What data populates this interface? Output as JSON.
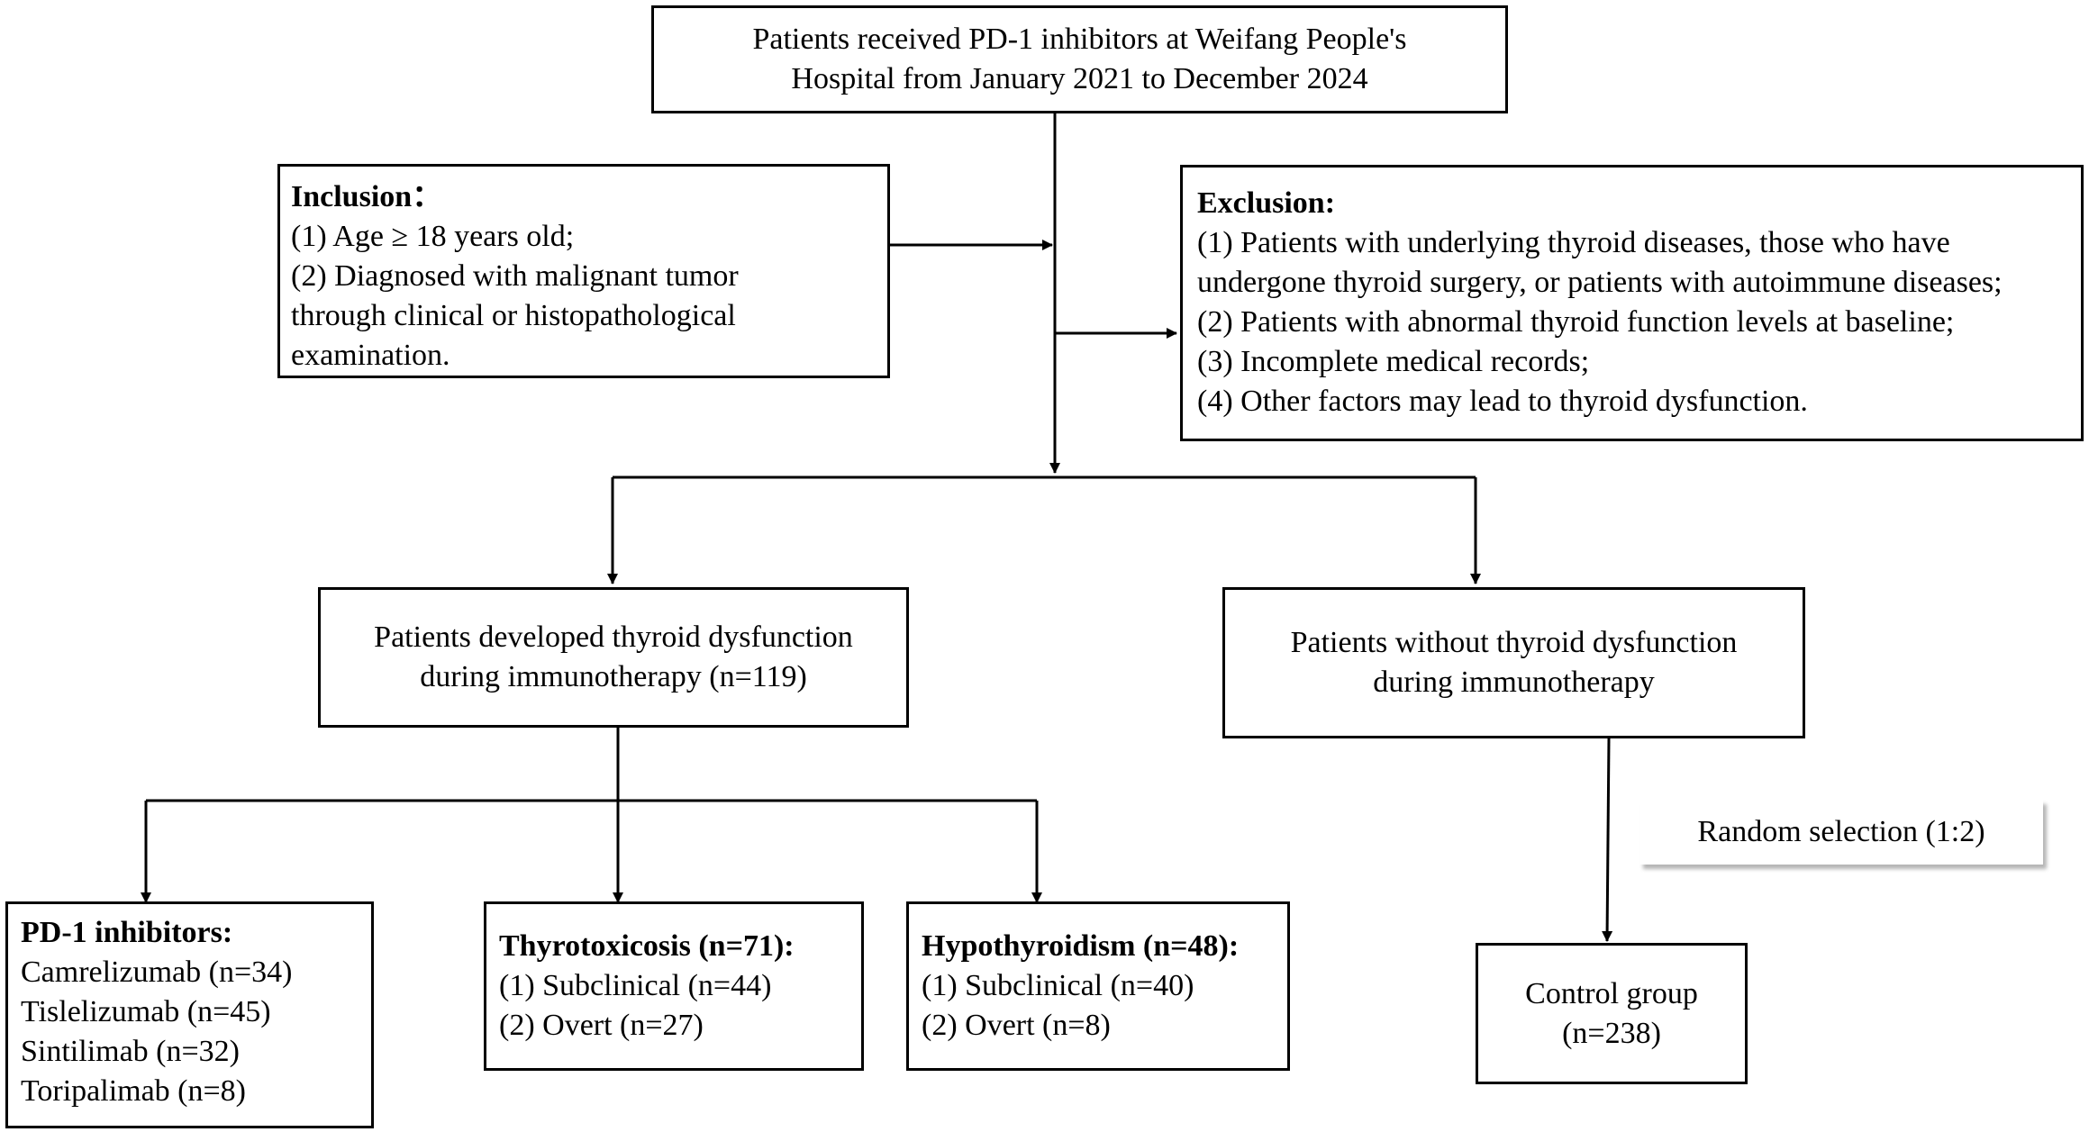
{
  "source": {
    "lines": [
      "Patients received PD-1 inhibitors at Weifang People's",
      "Hospital from January 2021 to December 2024"
    ]
  },
  "inclusion": {
    "heading": "Inclusion：",
    "lines": [
      "(1) Age ≥ 18 years old;",
      "(2) Diagnosed with malignant tumor",
      "through clinical or histopathological",
      "examination."
    ]
  },
  "exclusion": {
    "heading": "Exclusion:",
    "lines": [
      "(1) Patients with underlying thyroid diseases, those who have",
      "undergone thyroid surgery, or patients with autoimmune diseases;",
      "(2) Patients with abnormal thyroid function levels at baseline;",
      "(3) Incomplete medical records;",
      "(4) Other factors may lead to thyroid dysfunction."
    ]
  },
  "dysfunction": {
    "lines": [
      "Patients developed thyroid dysfunction",
      "during immunotherapy (n=119)"
    ]
  },
  "no_dysfunction": {
    "lines": [
      "Patients without thyroid dysfunction",
      "during immunotherapy"
    ]
  },
  "pd1": {
    "heading": "PD-1 inhibitors:",
    "lines": [
      "Camrelizumab (n=34)",
      "Tislelizumab (n=45)",
      "Sintilimab (n=32)",
      "Toripalimab (n=8)"
    ]
  },
  "thyrotoxicosis": {
    "heading": "Thyrotoxicosis (n=71):",
    "lines": [
      "(1) Subclinical (n=44)",
      "(2) Overt (n=27)"
    ]
  },
  "hypothyroidism": {
    "heading": "Hypothyroidism (n=48):",
    "lines": [
      "(1) Subclinical (n=40)",
      "(2) Overt (n=8)"
    ]
  },
  "control": {
    "lines": [
      "Control group",
      "(n=238)"
    ]
  },
  "random_selection": "Random selection (1:2)",
  "colors": {
    "line": "#000000",
    "background": "#ffffff",
    "shadow": "#b5b5b5"
  }
}
